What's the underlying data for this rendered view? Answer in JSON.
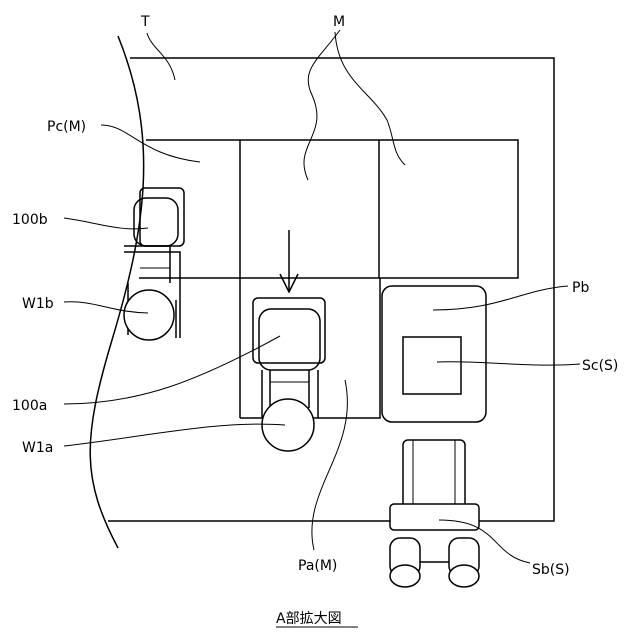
{
  "labels": {
    "T": "T",
    "M": "M",
    "Pc": "Pc(M)",
    "b100": "100b",
    "W1b": "W1b",
    "Pb": "Pb",
    "Sc": "Sc(S)",
    "a100": "100a",
    "W1a": "W1a",
    "Pa": "Pa(M)",
    "Sb": "Sb(S)"
  },
  "caption": "A部拡大図"
}
